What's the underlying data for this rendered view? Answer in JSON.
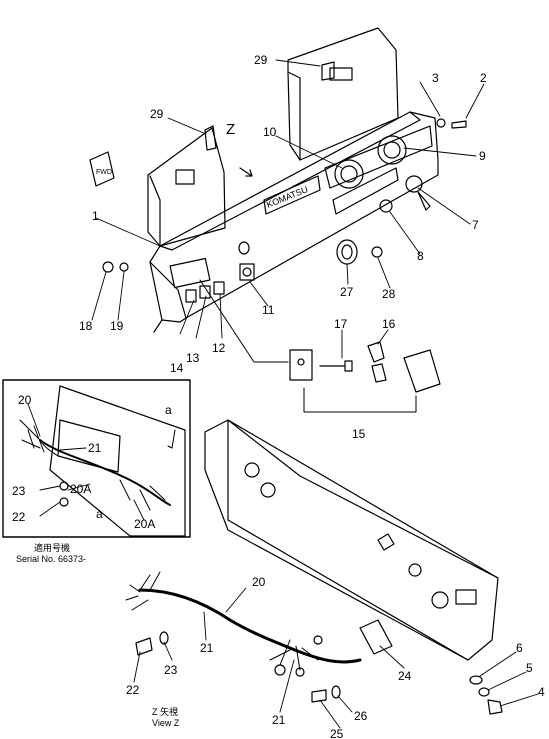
{
  "brand_label": "KOMATSU",
  "view_marker": "Z",
  "view_label_jp": "Z 矢視",
  "view_label_en": "View Z",
  "serial_label_jp": "適用号機",
  "serial_label_en": "Serial No. 66373-",
  "fwd_marker": "FWD",
  "detail_letters": {
    "upper": "a",
    "lower": "a"
  },
  "callouts": {
    "c1": "1",
    "c2": "2",
    "c3": "3",
    "c4": "4",
    "c5": "5",
    "c6": "6",
    "c7": "7",
    "c8": "8",
    "c9": "9",
    "c10": "10",
    "c11": "11",
    "c12": "12",
    "c13": "13",
    "c14": "14",
    "c15": "15",
    "c16": "16",
    "c17": "17",
    "c18": "18",
    "c19": "19",
    "c20": "20",
    "c21": "21",
    "c22": "22",
    "c23": "23",
    "c24": "24",
    "c25": "25",
    "c26": "26",
    "c27": "27",
    "c28": "28",
    "c29": "29",
    "c20A": "20A"
  }
}
